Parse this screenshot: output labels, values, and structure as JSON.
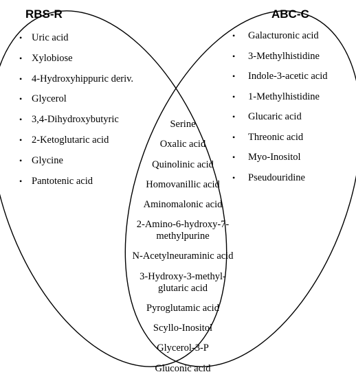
{
  "sets": {
    "left": {
      "title": "RBS-R",
      "items": [
        "Uric acid",
        "Xylobiose",
        "4-Hydroxyhippuric deriv.",
        "Glycerol",
        "3,4-Dihydroxybutyric",
        "2-Ketoglutaric acid",
        "Glycine",
        "Pantotenic acid"
      ]
    },
    "right": {
      "title": "ABC-C",
      "items": [
        "Galacturonic acid",
        "3-Methylhistidine",
        "Indole-3-acetic acid",
        "1-Methylhistidine",
        "Glucaric acid",
        "Threonic acid",
        "Myo-Inositol",
        "Pseudouridine"
      ]
    },
    "intersection": {
      "items": [
        [
          "Serine"
        ],
        [
          "Oxalic acid"
        ],
        [
          "Quinolinic acid"
        ],
        [
          "Homovanillic acid"
        ],
        [
          "Aminomalonic acid"
        ],
        [
          "2-Amino-6-hydroxy-7-",
          "methylpurine"
        ],
        [
          "N-Acetylneuraminic acid"
        ],
        [
          "3-Hydroxy-3-methyl-",
          "glutaric acid"
        ],
        [
          "Pyroglutamic acid"
        ],
        [
          "Scyllo-Inositol"
        ],
        [
          "Glycerol-3-P"
        ],
        [
          "Gluconic acid"
        ]
      ]
    }
  },
  "bullet_glyph": "•",
  "colors": {
    "outline": "#000000",
    "text": "#000000",
    "background": "#ffffff"
  }
}
